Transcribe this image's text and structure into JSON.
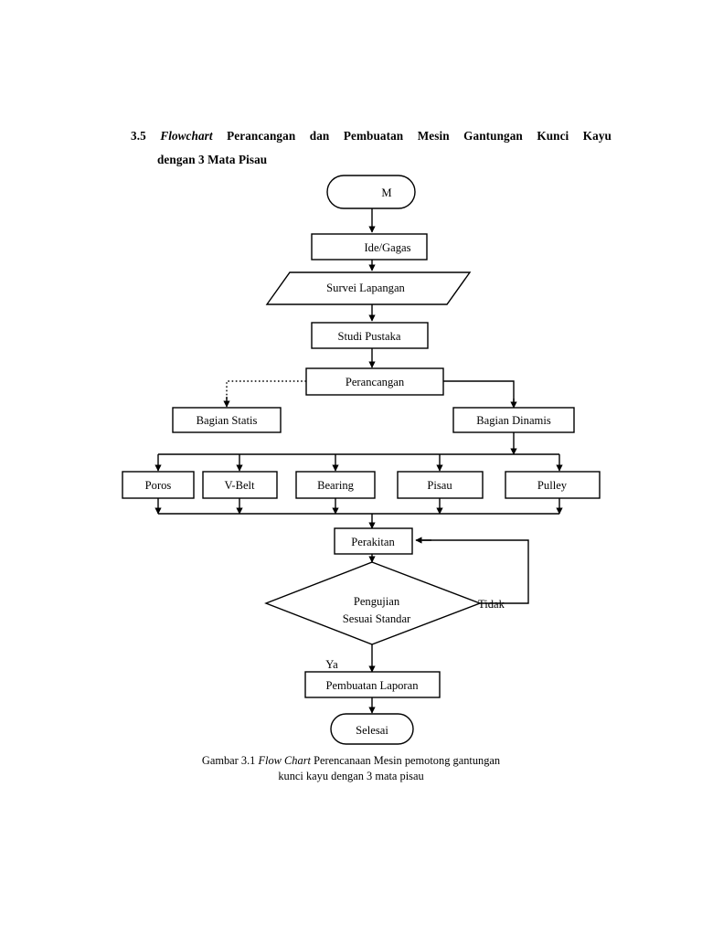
{
  "document": {
    "heading": {
      "number": "3.5",
      "italic_word": "Flowchart",
      "line1_rest": "Perancangan dan Pembuatan Mesin Gantungan Kunci Kayu",
      "line2": "dengan 3 Mata Pisau"
    },
    "caption": {
      "prefix": "Gambar 3.1 ",
      "italic": "Flow Chart",
      "rest": " Perencanaan Mesin pemotong gantungan",
      "line2": "kunci kayu dengan 3 mata pisau"
    }
  },
  "chart_data": {
    "type": "diagram",
    "subtype": "flowchart",
    "title": "Flow Chart Perencanaan Mesin pemotong gantungan kunci kayu dengan 3 mata pisau",
    "nodes": [
      {
        "id": "start",
        "label": "M",
        "shape": "terminator"
      },
      {
        "id": "ide",
        "label": "Ide/Gagas",
        "shape": "process"
      },
      {
        "id": "survei",
        "label": "Survei Lapangan",
        "shape": "data"
      },
      {
        "id": "studi",
        "label": "Studi Pustaka",
        "shape": "process"
      },
      {
        "id": "rancang",
        "label": "Perancangan",
        "shape": "process"
      },
      {
        "id": "statis",
        "label": "Bagian Statis",
        "shape": "process"
      },
      {
        "id": "dinamis",
        "label": "Bagian Dinamis",
        "shape": "process"
      },
      {
        "id": "poros",
        "label": "Poros",
        "shape": "process"
      },
      {
        "id": "vbelt",
        "label": "V-Belt",
        "shape": "process"
      },
      {
        "id": "bearing",
        "label": "Bearing",
        "shape": "process"
      },
      {
        "id": "pisau",
        "label": "Pisau",
        "shape": "process"
      },
      {
        "id": "pulley",
        "label": "Pulley",
        "shape": "process"
      },
      {
        "id": "perakitan",
        "label": "Perakitan",
        "shape": "process"
      },
      {
        "id": "uji",
        "label": "Pengujian Sesuai Standar",
        "label_lines": [
          "Pengujian",
          "Sesuai Standar"
        ],
        "shape": "decision"
      },
      {
        "id": "laporan",
        "label": "Pembuatan Laporan",
        "shape": "process"
      },
      {
        "id": "selesai",
        "label": "Selesai",
        "shape": "terminator"
      }
    ],
    "edges": [
      {
        "from": "start",
        "to": "ide",
        "style": "solid"
      },
      {
        "from": "ide",
        "to": "survei",
        "style": "solid"
      },
      {
        "from": "survei",
        "to": "studi",
        "style": "solid"
      },
      {
        "from": "studi",
        "to": "rancang",
        "style": "solid"
      },
      {
        "from": "rancang",
        "to": "statis",
        "style": "dotted"
      },
      {
        "from": "rancang",
        "to": "dinamis",
        "style": "solid"
      },
      {
        "from": "dinamis",
        "to": "poros",
        "style": "solid"
      },
      {
        "from": "dinamis",
        "to": "vbelt",
        "style": "solid"
      },
      {
        "from": "dinamis",
        "to": "bearing",
        "style": "solid"
      },
      {
        "from": "dinamis",
        "to": "pisau",
        "style": "solid"
      },
      {
        "from": "dinamis",
        "to": "pulley",
        "style": "solid"
      },
      {
        "from": "poros",
        "to": "perakitan",
        "style": "solid"
      },
      {
        "from": "vbelt",
        "to": "perakitan",
        "style": "solid"
      },
      {
        "from": "bearing",
        "to": "perakitan",
        "style": "solid"
      },
      {
        "from": "pisau",
        "to": "perakitan",
        "style": "solid"
      },
      {
        "from": "pulley",
        "to": "perakitan",
        "style": "solid"
      },
      {
        "from": "perakitan",
        "to": "uji",
        "style": "solid"
      },
      {
        "from": "uji",
        "to": "laporan",
        "style": "solid",
        "label": "Ya"
      },
      {
        "from": "uji",
        "to": "perakitan",
        "style": "solid",
        "label": "Tidak"
      },
      {
        "from": "laporan",
        "to": "selesai",
        "style": "solid"
      }
    ],
    "edge_labels": {
      "yes": "Ya",
      "no": "Tidak"
    }
  },
  "colors": {
    "page_background": "#ffffff",
    "ink": "#000000",
    "shape_fill": "#ffffff"
  }
}
